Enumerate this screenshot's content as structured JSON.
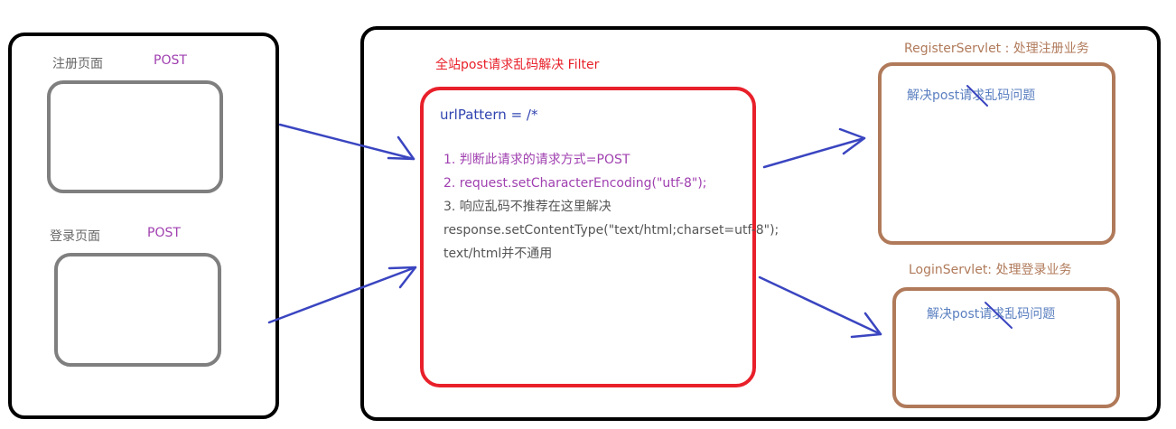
{
  "left_panel": {
    "register_page_label": "注册页面",
    "register_method": "POST",
    "login_page_label": "登录页面",
    "login_method": "POST"
  },
  "filter": {
    "title": "全站post请求乱码解决 Filter",
    "url_pattern": "urlPattern = /*",
    "lines": [
      "1. 判断此请求的请求方式=POST",
      "2. request.setCharacterEncoding(\"utf-8\");",
      "3. 响应乱码不推荐在这里解决",
      "response.setContentType(\"text/html;charset=utf-8\");",
      "text/html并不通用"
    ]
  },
  "servlets": {
    "register": {
      "title": "RegisterServlet : 处理注册业务",
      "note": "解决post请求乱码问题"
    },
    "login": {
      "title": "LoginServlet: 处理登录业务",
      "note": "解决post请求乱码问题"
    }
  },
  "colors": {
    "outline": "#000000",
    "page_box": "#7f7f7f",
    "filter_box": "#e8202a",
    "servlet_box": "#b07a5a",
    "arrow": "#3a45c0",
    "note_text": "#5a7fc0",
    "post_text": "#a040b0"
  }
}
